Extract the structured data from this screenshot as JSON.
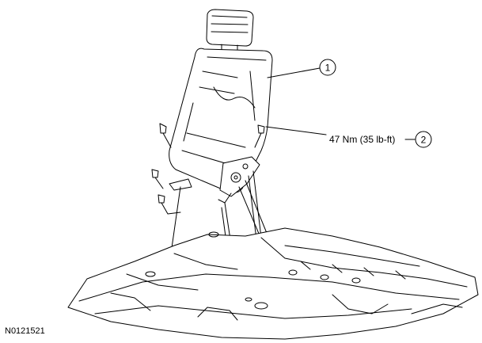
{
  "callouts": [
    {
      "number": "1"
    },
    {
      "number": "2"
    }
  ],
  "torque_spec": "47 Nm (35 lb-ft)",
  "figure_id": "N0121521"
}
